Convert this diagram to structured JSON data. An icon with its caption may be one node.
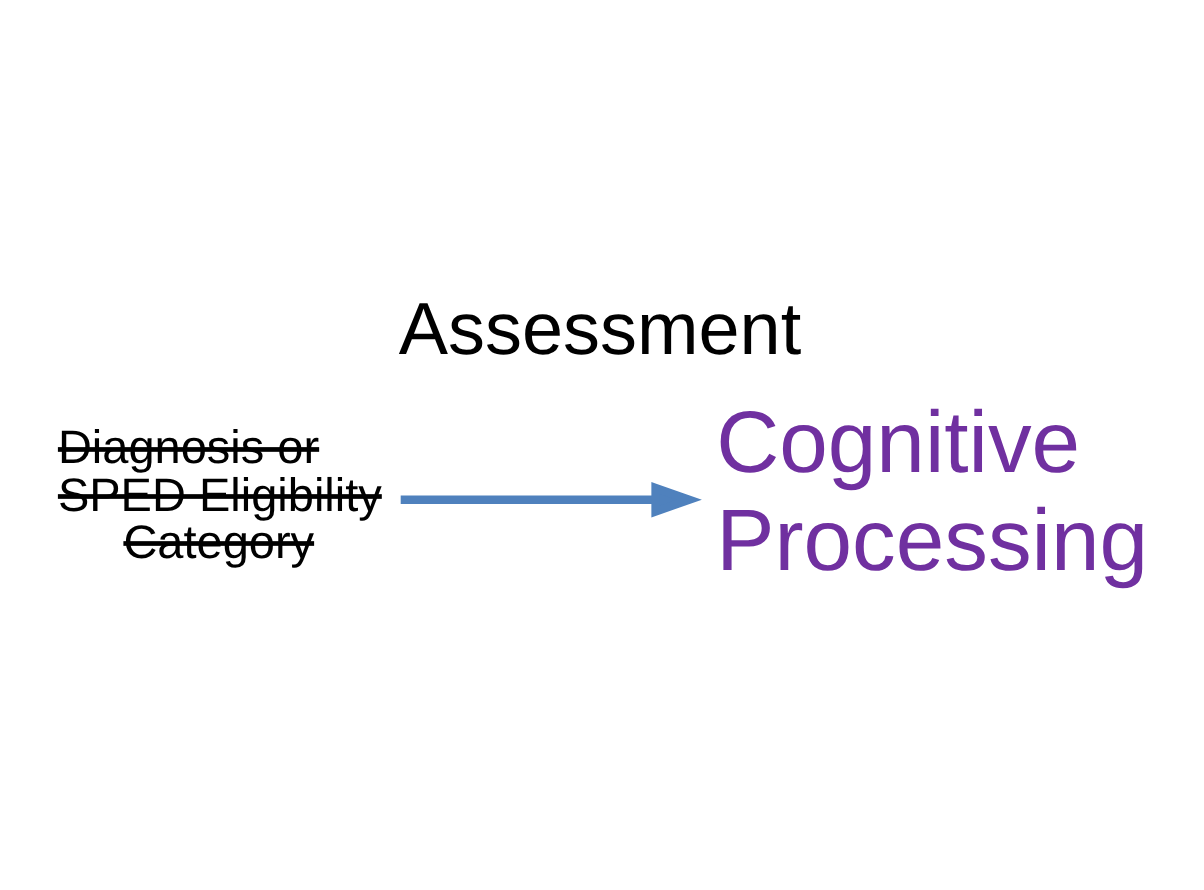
{
  "diagram": {
    "title": "Assessment",
    "nodes": [
      {
        "text": [
          "Diagnosis or SPED Eligibility Category"
        ]
      },
      {
        "text": [
          "Cognitive Processing"
        ]
      }
    ],
    "edges": [
      {
        "from": 0,
        "to": 1,
        "arrow": "to",
        "color": "#4f81bd"
      }
    ]
  }
}
